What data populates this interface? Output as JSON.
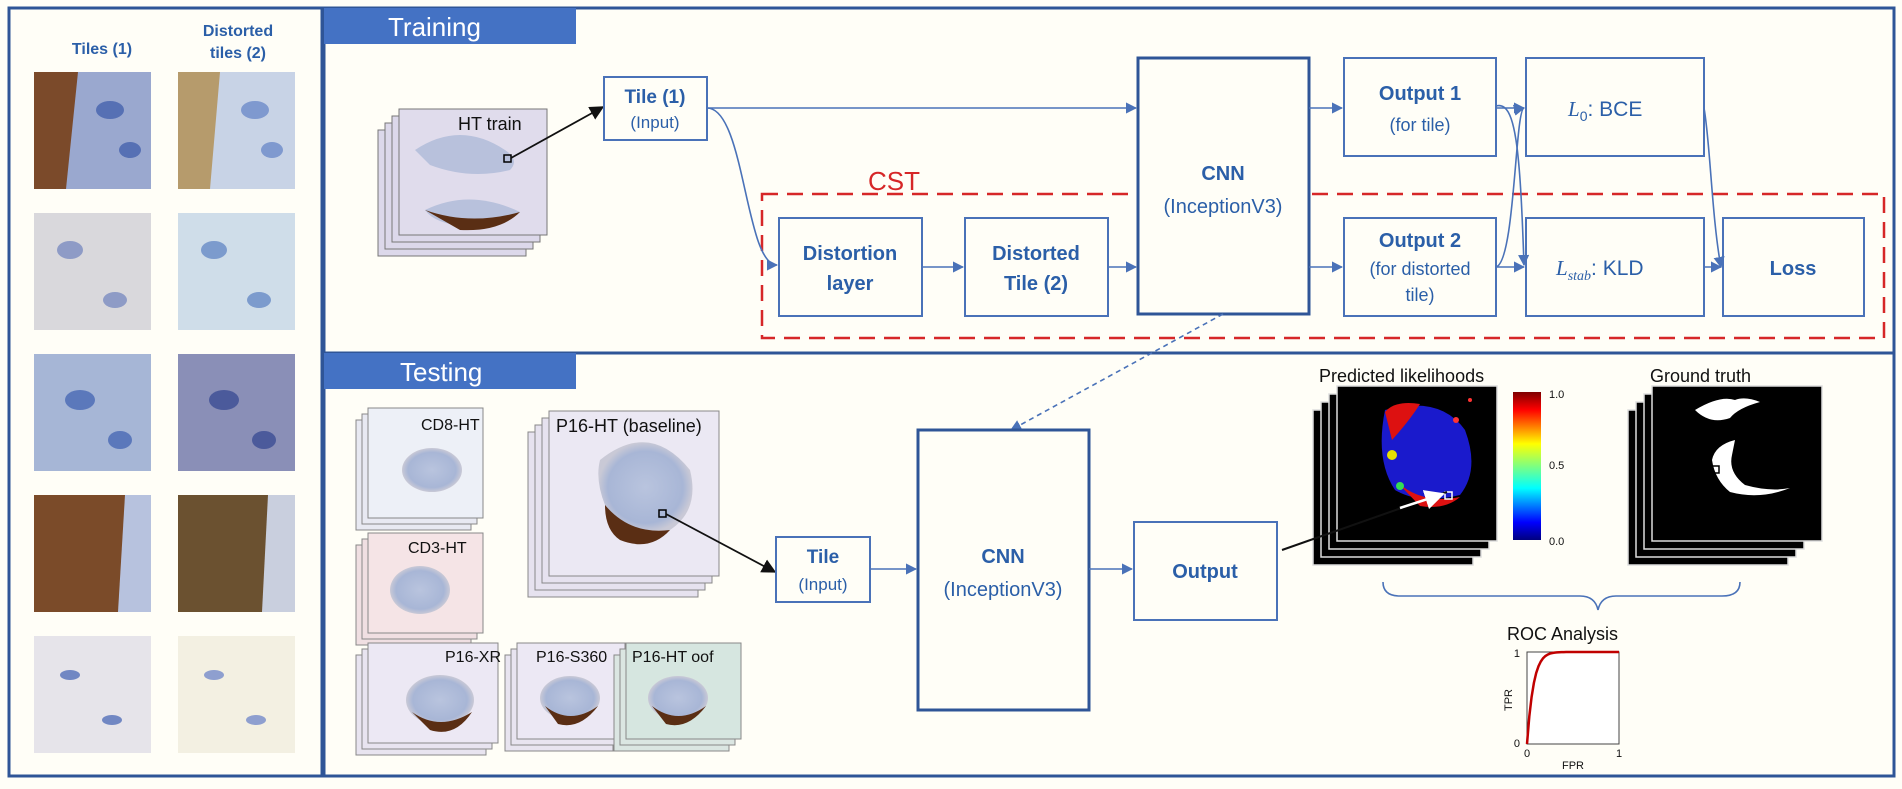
{
  "left_panel": {
    "col1_title": "Tiles (1)",
    "col2_title_line1": "Distorted",
    "col2_title_line2": "tiles (2)"
  },
  "training": {
    "header": "Training",
    "stack_label": "HT train",
    "tile_title": "Tile (1)",
    "tile_sub": "(Input)",
    "cst_label": "CST",
    "distortion_line1": "Distortion",
    "distortion_line2": "layer",
    "dtile_line1": "Distorted",
    "dtile_line2": "Tile (2)",
    "cnn_title": "CNN",
    "cnn_sub": "(InceptionV3)",
    "out1_title": "Output 1",
    "out1_sub": "(for tile)",
    "out2_title": "Output 2",
    "out2_sub1": "(for distorted",
    "out2_sub2": "tile)",
    "l0_symbol": "L",
    "l0_sub": "0",
    "l0_text": ": BCE",
    "lstab_symbol": "L",
    "lstab_sub": "stab",
    "lstab_text": ": KLD",
    "loss": "Loss"
  },
  "testing": {
    "header": "Testing",
    "stacks": [
      "CD8-HT",
      "CD3-HT",
      "P16-XR",
      "P16-S360",
      "P16-HT oof",
      "P16-HT (baseline)"
    ],
    "tile_title": "Tile",
    "tile_sub": "(Input)",
    "cnn_title": "CNN",
    "cnn_sub": "(InceptionV3)",
    "output": "Output",
    "pred_label": "Predicted likelihoods",
    "gt_label": "Ground truth",
    "colorbar_ticks": [
      "1.0",
      "0.5",
      "0.0"
    ],
    "roc_title": "ROC Analysis",
    "roc_ylabel": "TPR",
    "roc_xlabel": "FPR",
    "roc_y_ticks": [
      "1",
      "0"
    ],
    "roc_x_ticks": [
      "0",
      "1"
    ]
  },
  "colors": {
    "frame": "#2f5597",
    "header_bg": "#4472c4",
    "box": "#4a72b8",
    "text_blue": "#2b5fa8",
    "cst_red": "#d62728",
    "roc_curve": "#c00000"
  }
}
